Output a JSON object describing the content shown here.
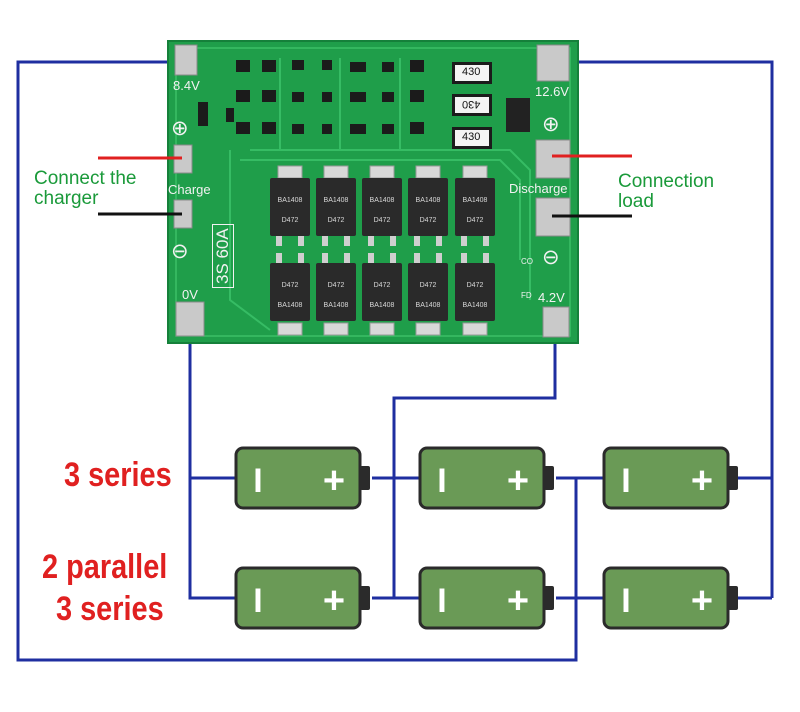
{
  "board": {
    "terminals": {
      "b_plus": "8.4V",
      "b_out": "12.6V",
      "b_minus": "0V",
      "b_mid": "4.2V"
    },
    "charge_label": "Charge",
    "discharge_label": "Discharge",
    "model": "3S 60A",
    "resistor_code": "430",
    "mosfet_marks": [
      "BA1408",
      "D472"
    ],
    "small_marks": [
      "CO",
      "FD"
    ],
    "plus_symbol": "⊕",
    "minus_symbol": "⊖"
  },
  "labels": {
    "connect_charger": "Connect the\ncharger",
    "connection_load": "Connection\nload",
    "three_series": "3 series",
    "two_parallel": "2 parallel",
    "three_series_2": "3 series"
  },
  "battery": {
    "minus_sign": "I",
    "plus_sign": "+"
  },
  "colors": {
    "wire_blue": "#1f2fa0",
    "wire_red": "#e02020",
    "wire_black": "#111111",
    "pcb_green": "#1f9e4a",
    "battery_fill": "#6a9a56",
    "battery_border": "#2b2b2b",
    "label_green": "#1a9a3a",
    "label_red": "#e02020"
  }
}
